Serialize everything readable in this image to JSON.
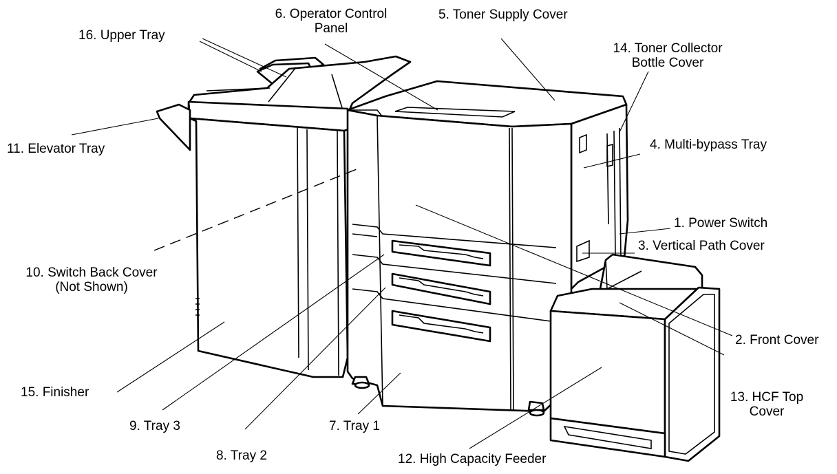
{
  "labels": {
    "l1": "1. Power Switch",
    "l2": "2. Front Cover",
    "l3": "3. Vertical Path Cover",
    "l4": "4. Multi-bypass Tray",
    "l5": "5. Toner Supply Cover",
    "l6a": "6. Operator Control",
    "l6b": "Panel",
    "l7": "7. Tray 1",
    "l8": "8. Tray 2",
    "l9": "9. Tray 3",
    "l10a": "10. Switch Back Cover",
    "l10b": "(Not Shown)",
    "l11": "11. Elevator Tray",
    "l12": "12. High Capacity Feeder",
    "l13a": "13. HCF Top",
    "l13b": "Cover",
    "l14a": "14. Toner Collector",
    "l14b": "Bottle Cover",
    "l15": "15. Finisher",
    "l16": "16. Upper Tray"
  }
}
